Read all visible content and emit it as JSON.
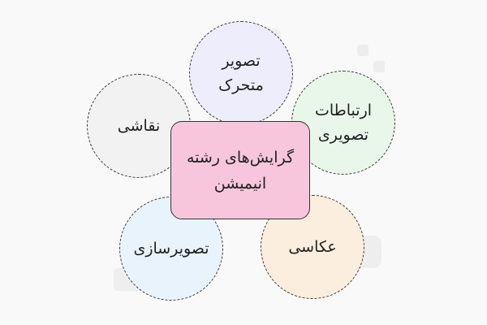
{
  "diagram": {
    "center": {
      "label": "گرایش‌های رشته\nانیمیشن",
      "color": "#f7c6dc"
    },
    "nodes": [
      {
        "id": "top",
        "label": "تصویر\nمتحرک",
        "color": "#ededfc"
      },
      {
        "id": "top-right",
        "label": "ارتباطات\nتصویری",
        "color": "#e8f7ea"
      },
      {
        "id": "left",
        "label": "نقاشی",
        "color": "#f2f2f2"
      },
      {
        "id": "bottom-left",
        "label": "تصویرسازی",
        "color": "#e9f3fb"
      },
      {
        "id": "bottom-right",
        "label": "عکاسی",
        "color": "#fbeedf"
      }
    ],
    "border_color": "#3a3a3a"
  }
}
